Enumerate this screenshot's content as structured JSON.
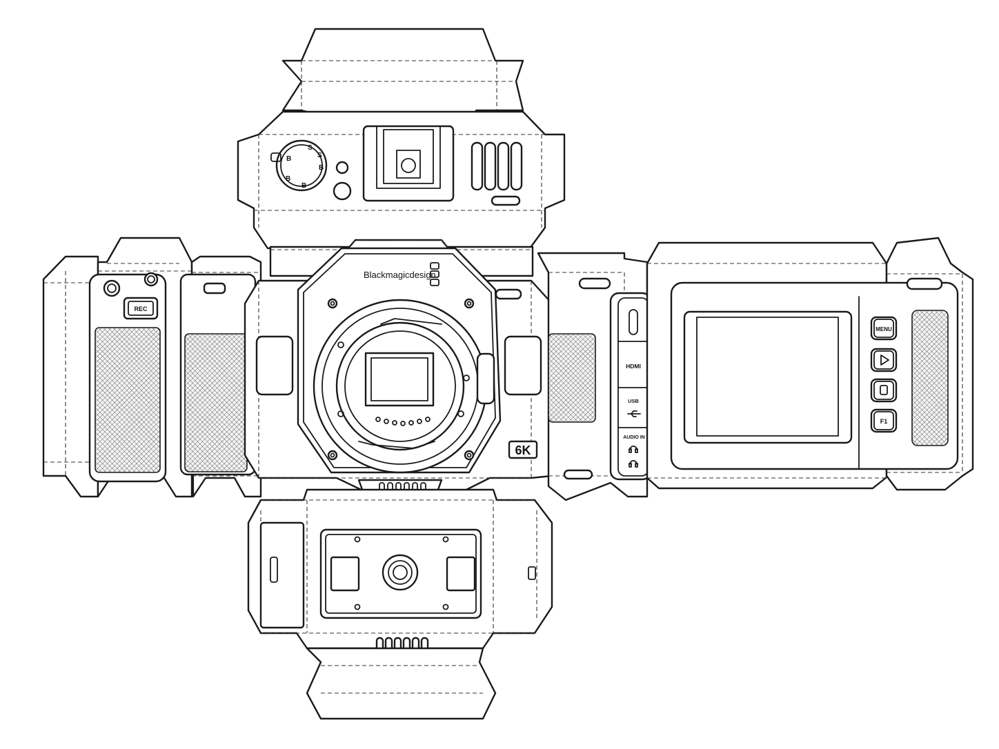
{
  "labels": {
    "brand": "Blackmagicdesign",
    "model": "6K",
    "rec": "REC",
    "hdmi": "HDMI",
    "usb": "USB",
    "audio_in": "AUDIO IN",
    "menu": "MENU",
    "f1": "F1"
  },
  "mode_dial": [
    "S",
    "S",
    "B",
    "B",
    "B",
    "B"
  ],
  "colors": {
    "line": "#1a1a1a",
    "paper": "#ffffff"
  },
  "icons": [
    "headphone-icon",
    "play-icon",
    "card-icon",
    "usb-icon"
  ]
}
